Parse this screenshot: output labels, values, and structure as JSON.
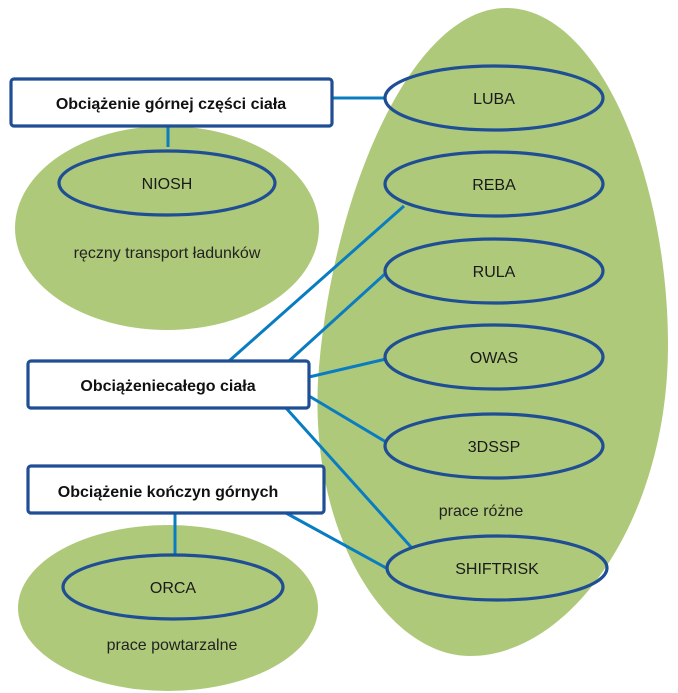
{
  "diagram": {
    "colors": {
      "group_fill": "#afc97a",
      "node_stroke": "#1f4e94",
      "connector": "#0a7cc1",
      "box_fill": "#ffffff"
    },
    "categories": {
      "upper_body": "Obciążenie górnej części ciała",
      "whole_body": "Obciążeniecałego ciała",
      "upper_limbs": "Obciążenie kończyn górnych"
    },
    "groups": {
      "manual_handling": {
        "caption": "ręczny transport ładunków",
        "methods": [
          "NIOSH"
        ]
      },
      "various_work": {
        "caption": "prace różne",
        "methods": [
          "LUBA",
          "REBA",
          "RULA",
          "OWAS",
          "3DSSP",
          "SHIFTRISK"
        ]
      },
      "repetitive_work": {
        "caption": "prace powtarzalne",
        "methods": [
          "ORCA"
        ]
      }
    },
    "connections": [
      {
        "from": "Obciążenie górnej części ciała",
        "to": "LUBA"
      },
      {
        "from": "Obciążenie górnej części ciała",
        "to": "NIOSH"
      },
      {
        "from": "Obciążeniecałego ciała",
        "to": "REBA"
      },
      {
        "from": "Obciążeniecałego ciała",
        "to": "RULA"
      },
      {
        "from": "Obciążeniecałego ciała",
        "to": "OWAS"
      },
      {
        "from": "Obciążeniecałego ciała",
        "to": "3DSSP"
      },
      {
        "from": "Obciążeniecałego ciała",
        "to": "SHIFTRISK"
      },
      {
        "from": "Obciążenie kończyn górnych",
        "to": "SHIFTRISK"
      },
      {
        "from": "Obciążenie kończyn górnych",
        "to": "ORCA"
      }
    ]
  }
}
